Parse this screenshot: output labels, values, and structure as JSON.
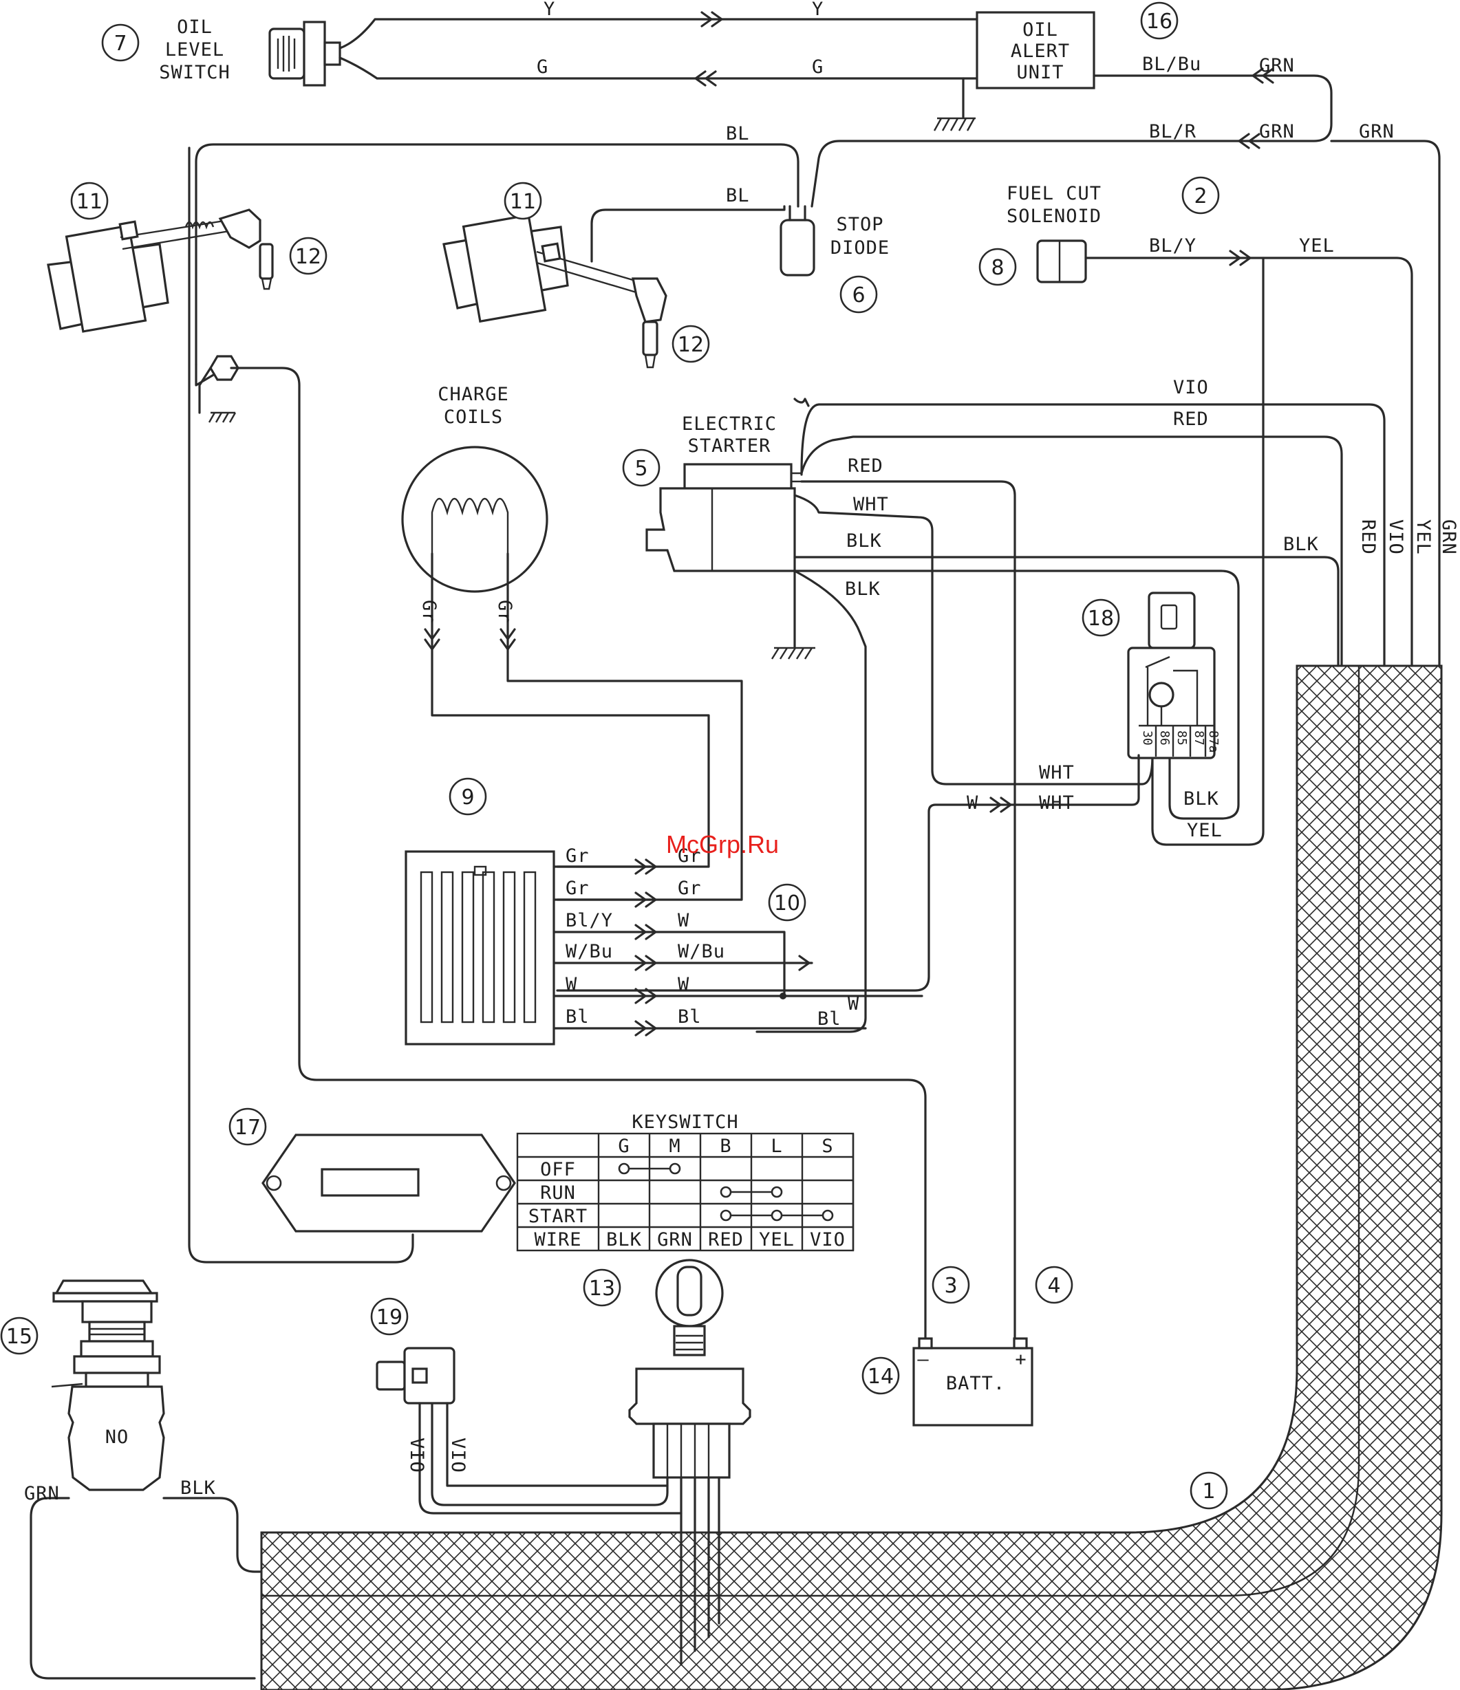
{
  "watermark": "McGrp.Ru",
  "components": {
    "oil_level_switch": {
      "number": "7",
      "label_lines": [
        "OIL",
        "LEVEL",
        "SWITCH"
      ]
    },
    "oil_alert_unit": {
      "number": "16",
      "label_lines": [
        "OIL",
        "ALERT",
        "UNIT"
      ]
    },
    "stop_diode": {
      "number": "6",
      "label_lines": [
        "STOP",
        "DIODE"
      ]
    },
    "fuel_cut_solenoid": {
      "number": "8",
      "label_lines": [
        "FUEL CUT",
        "SOLENOID"
      ]
    },
    "harness_top_callout": {
      "number": "2"
    },
    "ignition_coil_left": {
      "number": "11"
    },
    "ignition_coil_right": {
      "number": "11"
    },
    "spark_plug_left": {
      "number": "12"
    },
    "spark_plug_right": {
      "number": "12"
    },
    "charge_coils": {
      "label_lines": [
        "CHARGE",
        "COILS"
      ]
    },
    "electric_starter": {
      "number": "5",
      "label_lines": [
        "ELECTRIC",
        "STARTER"
      ]
    },
    "relay": {
      "number": "18",
      "terminals": [
        "30",
        "86",
        "85",
        "87",
        "87a"
      ]
    },
    "regulator": {
      "number": "9"
    },
    "regulator_output_callout": {
      "number": "10"
    },
    "hour_meter": {
      "number": "17"
    },
    "battery": {
      "number": "14",
      "label": "BATT.",
      "neg": "—",
      "pos": "+"
    },
    "battery_neg_cable": {
      "number": "3"
    },
    "battery_pos_cable": {
      "number": "4"
    },
    "keyswitch": {
      "number": "13"
    },
    "choke_solenoid": {
      "number": "19"
    },
    "oil_pressure_switch": {
      "number": "15",
      "label": "NO"
    },
    "harness": {
      "number": "1"
    }
  },
  "wire_labels": {
    "y1": "Y",
    "y2": "Y",
    "g1": "G",
    "g2": "G",
    "bl_bu": "BL/Bu",
    "grn1": "GRN",
    "bl_r": "BL/R",
    "grn2": "GRN",
    "grn3": "GRN",
    "bl_top": "BL",
    "bl_coil": "BL",
    "bl_y": "BL/Y",
    "yel_top": "YEL",
    "vio": "VIO",
    "red1": "RED",
    "red2": "RED",
    "wht1": "WHT",
    "blk1": "BLK",
    "blk2": "BLK",
    "blk_relay": "BLK",
    "v_red": "RED",
    "v_vio": "VIO",
    "v_yel": "YEL",
    "v_grn": "GRN",
    "gr_left": "Gr",
    "gr_right": "Gr",
    "wht_relay1": "WHT",
    "w_relay": "W",
    "wht_relay2": "WHT",
    "blk_relay2": "BLK",
    "yel_relay": "YEL",
    "reg_in": [
      "Gr",
      "Gr",
      "Bl/Y",
      "W/Bu",
      "W",
      "Bl"
    ],
    "reg_mid": [
      "Gr",
      "Gr",
      "W",
      "W/Bu",
      "W",
      "Bl"
    ],
    "reg_out_w": "W",
    "reg_out_bl": "Bl",
    "vio_a": "VIO",
    "vio_b": "VIO",
    "grn_ps": "GRN",
    "blk_ps": "BLK"
  },
  "keyswitch_table": {
    "title": "KEYSWITCH",
    "columns": [
      "G",
      "M",
      "B",
      "L",
      "S"
    ],
    "rows": [
      {
        "label": "OFF",
        "connect": [
          0,
          1
        ]
      },
      {
        "label": "RUN",
        "connect": [
          2,
          3
        ]
      },
      {
        "label": "START",
        "connect": [
          2,
          3,
          4
        ]
      }
    ],
    "wire_row": {
      "label": "WIRE",
      "values": [
        "BLK",
        "GRN",
        "RED",
        "YEL",
        "VIO"
      ]
    }
  }
}
